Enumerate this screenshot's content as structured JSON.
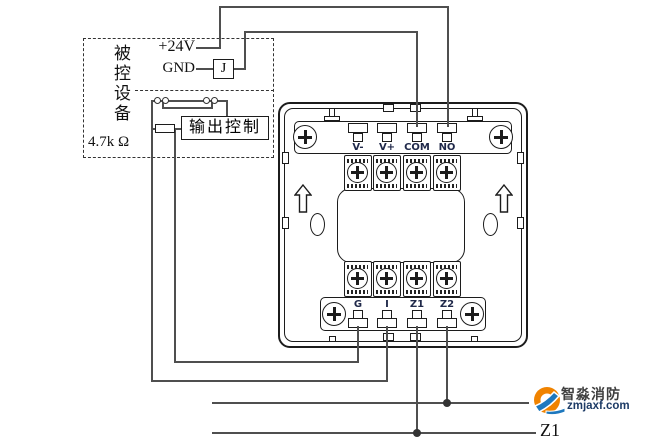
{
  "labels": {
    "power": "+24V",
    "ground": "GND",
    "relay": "J",
    "controlled_device": "被控设备",
    "output_control": "输出控制",
    "resistor": "4.7k Ω",
    "loop_terminal": "Z1"
  },
  "module": {
    "top_terminals": [
      "V-",
      "V+",
      "COM",
      "NO"
    ],
    "bottom_terminals": [
      "G",
      "I",
      "Z1",
      "Z2"
    ]
  },
  "watermark": {
    "brand": "智淼消防",
    "site": "zmjaxf.com"
  },
  "colors": {
    "wire": "#4f4f4f",
    "outline": "#1c1c1c",
    "terminal_label": "#20294a",
    "brand_orange": "#f08300",
    "brand_blue": "#1e78be",
    "brand_text": "#3f3f3f",
    "site_text": "#1d3b66"
  }
}
